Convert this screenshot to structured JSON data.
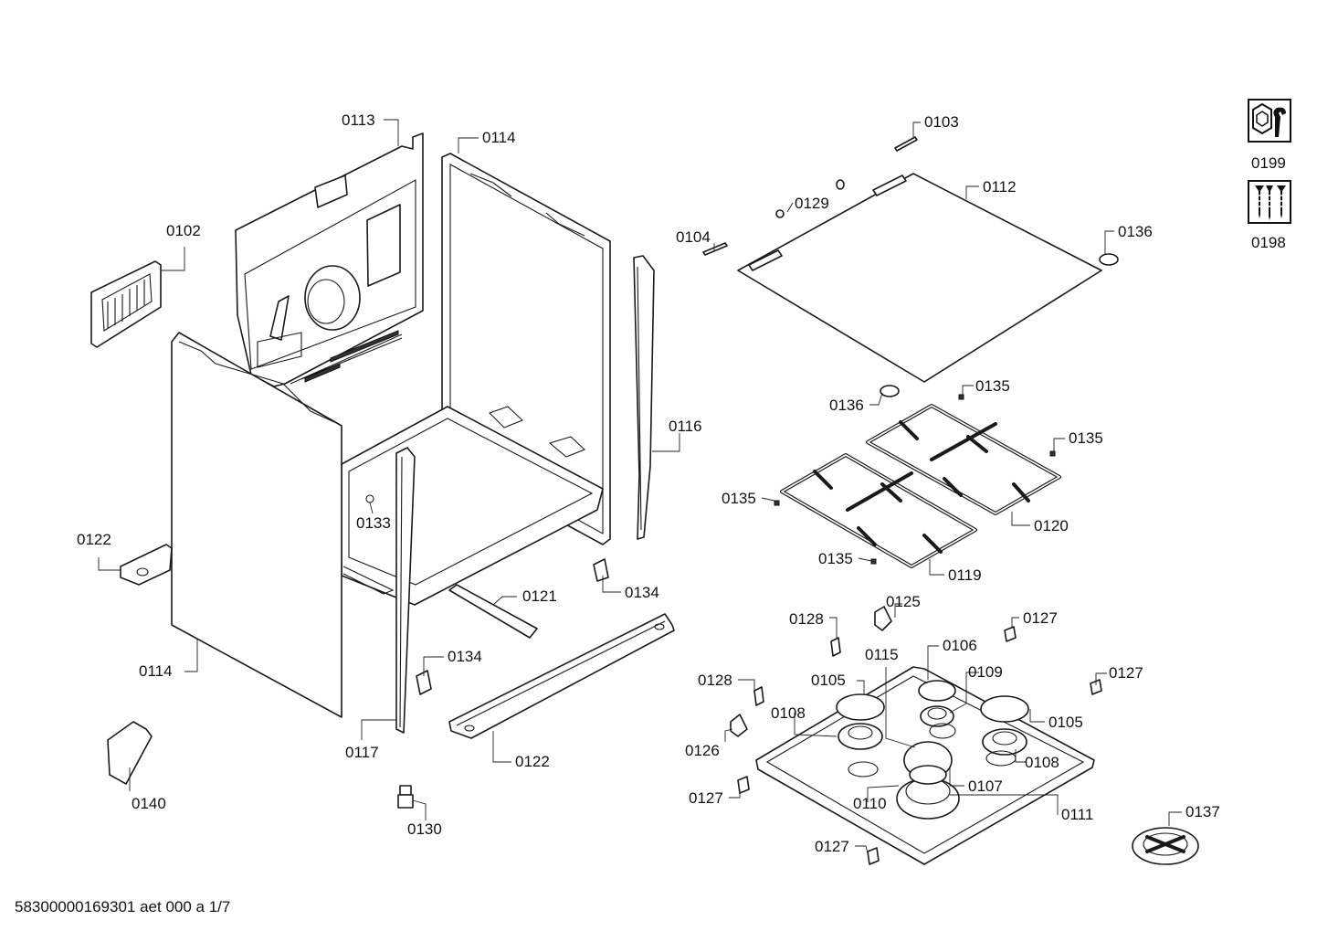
{
  "document_id": "58300000169301 aet 000 a 1/7",
  "icons": [
    {
      "id": "service-tool",
      "name": "wrench-nut-icon",
      "label": "0199"
    },
    {
      "id": "screws",
      "name": "screws-icon",
      "label": "0198"
    }
  ],
  "callouts": [
    {
      "id": "c0113",
      "text": "0113"
    },
    {
      "id": "c0114a",
      "text": "0114"
    },
    {
      "id": "c0103",
      "text": "0103"
    },
    {
      "id": "c0102",
      "text": "0102"
    },
    {
      "id": "c0112",
      "text": "0112"
    },
    {
      "id": "c0129",
      "text": "0129"
    },
    {
      "id": "c0104",
      "text": "0104"
    },
    {
      "id": "c0136a",
      "text": "0136"
    },
    {
      "id": "c0136b",
      "text": "0136"
    },
    {
      "id": "c0135a",
      "text": "0135"
    },
    {
      "id": "c0116",
      "text": "0116"
    },
    {
      "id": "c0135b",
      "text": "0135"
    },
    {
      "id": "c0135c",
      "text": "0135"
    },
    {
      "id": "c0120",
      "text": "0120"
    },
    {
      "id": "c0133",
      "text": "0133"
    },
    {
      "id": "c0122a",
      "text": "0122"
    },
    {
      "id": "c0135d",
      "text": "0135"
    },
    {
      "id": "c0119",
      "text": "0119"
    },
    {
      "id": "c0121",
      "text": "0121"
    },
    {
      "id": "c0134a",
      "text": "0134"
    },
    {
      "id": "c0125",
      "text": "0125"
    },
    {
      "id": "c0128a",
      "text": "0128"
    },
    {
      "id": "c0127a",
      "text": "0127"
    },
    {
      "id": "c0134b",
      "text": "0134"
    },
    {
      "id": "c0115",
      "text": "0115"
    },
    {
      "id": "c0106",
      "text": "0106"
    },
    {
      "id": "c0114b",
      "text": "0114"
    },
    {
      "id": "c0109",
      "text": "0109"
    },
    {
      "id": "c0127b",
      "text": "0127"
    },
    {
      "id": "c0128b",
      "text": "0128"
    },
    {
      "id": "c0105a",
      "text": "0105"
    },
    {
      "id": "c0108a",
      "text": "0108"
    },
    {
      "id": "c0105b",
      "text": "0105"
    },
    {
      "id": "c0117",
      "text": "0117"
    },
    {
      "id": "c0126",
      "text": "0126"
    },
    {
      "id": "c0122b",
      "text": "0122"
    },
    {
      "id": "c0108b",
      "text": "0108"
    },
    {
      "id": "c0107",
      "text": "0107"
    },
    {
      "id": "c0140",
      "text": "0140"
    },
    {
      "id": "c0127c",
      "text": "0127"
    },
    {
      "id": "c0110",
      "text": "0110"
    },
    {
      "id": "c0111",
      "text": "0111"
    },
    {
      "id": "c0137",
      "text": "0137"
    },
    {
      "id": "c0130",
      "text": "0130"
    },
    {
      "id": "c0127d",
      "text": "0127"
    }
  ]
}
